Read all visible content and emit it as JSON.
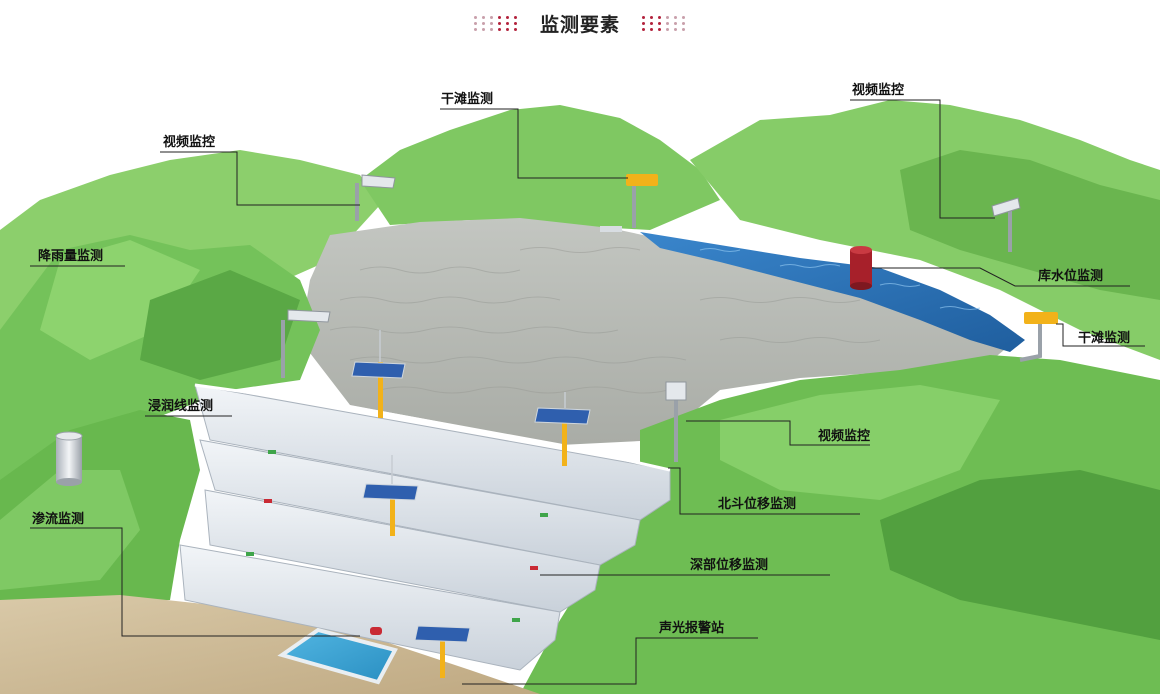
{
  "header": {
    "title": "监测要素"
  },
  "colors": {
    "mountain_light": "#8fd46f",
    "mountain_mid": "#6bbd4f",
    "mountain_dark": "#3f8f33",
    "tailings": "#b5b8b3",
    "water": "#2f74b8",
    "dam": "#dde3ea",
    "accent": "#b3233d"
  },
  "labels": {
    "video_left": "视频监控",
    "dry_beach_top": "干滩监测",
    "video_right": "视频监控",
    "rainfall": "降雨量监测",
    "reservoir_level": "库水位监测",
    "dry_beach_right": "干滩监测",
    "phreatic_line": "浸润线监测",
    "video_center": "视频监控",
    "beidou_displacement": "北斗位移监测",
    "seepage": "渗流监测",
    "deep_displacement": "深部位移监测",
    "alarm_station": "声光报警站"
  }
}
